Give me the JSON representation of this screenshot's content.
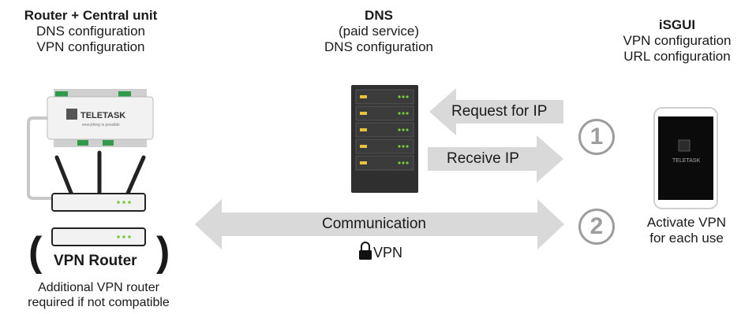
{
  "left": {
    "title": "Router + Central unit",
    "line1": "DNS configuration",
    "line2": "VPN configuration",
    "vpn_router_label": "VPN Router",
    "paren_open": "(",
    "paren_close": ")",
    "note_line1": "Additional VPN router",
    "note_line2": "required if not compatible",
    "device_brand": "TELETASK",
    "device_tagline": "everything is possible"
  },
  "middle": {
    "title": "DNS",
    "line1": "(paid service)",
    "line2": "DNS configuration"
  },
  "right": {
    "title": "iSGUI",
    "line1": "VPN configuration",
    "line2": "URL configuration",
    "phone_label1": "Activate VPN",
    "phone_label2": "for each use",
    "phone_brand": "TELETASK"
  },
  "arrows": {
    "request": "Request for IP",
    "receive": "Receive IP",
    "communication": "Communication",
    "vpn": "VPN"
  },
  "steps": [
    "1",
    "2"
  ],
  "colors": {
    "arrow": "#d9d9d9",
    "circle": "#9d9d9d",
    "server": "#2f2f2f",
    "led_yellow": "#e8c23a",
    "led_green": "#7ac943"
  }
}
